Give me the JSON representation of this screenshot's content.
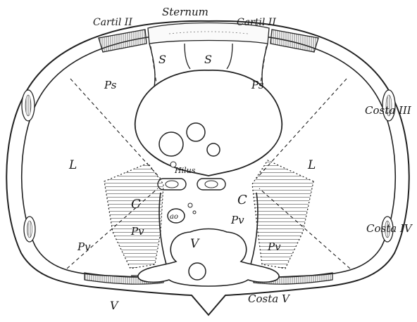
{
  "labels": {
    "sternum": "Sternum",
    "cartil_left": "Cartil II",
    "cartil_right": "Cartil II",
    "costa_3": "Costa III",
    "costa_4": "Costa IV",
    "costa_5": "Costa V",
    "hilus": "Hilus",
    "ao": "ao",
    "s_left": "S",
    "s_right": "S",
    "ps_left": "Ps",
    "ps_right": "Ps",
    "l_left": "L",
    "l_right": "L",
    "c_left": "C",
    "c_right": "C",
    "pv_left_inner": "Pv",
    "pv_right_inner": "Pv",
    "pv_left_outer": "Pv",
    "pv_right_outer": "Pv",
    "v_vertebra": "V",
    "v_lower": "V"
  }
}
